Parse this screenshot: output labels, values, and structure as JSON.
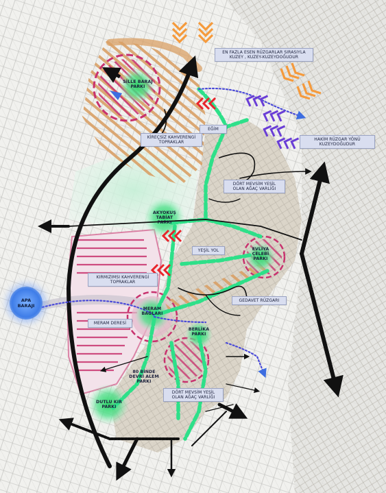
{
  "map": {
    "labels": {
      "wind_main": "EN FAZLA ESEN RÜZGARLAR SIRASIYLA\nKUZEY , KUZEY-KUZEYDOĞUDUR",
      "wind_dominant": "HAKİM RÜZGAR YÖNÜ\nKUZEYDOĞUDUR",
      "egim": "EĞİM",
      "kirecsiz": "KİREÇSİZ KAHVERENGİ\nTOPRAKLAR",
      "sille": "SİLLE BARAJ\nPARKI",
      "dort_mevsim_1": "DÖRT MEVSİM YEŞİL\nOLAN AĞAÇ VARLIĞI",
      "akyokus": "AKYOKUŞ\nTABİAT\nPARKI",
      "yesil_yol": "YEŞİL YOL",
      "evliya": "EVLİYA\nÇELEBİ\nPARKI",
      "kirmizimsi": "KIRMIZIMSI KAHVERENGİ\nTOPRAKLAR",
      "apa": "APA\nBARAJI",
      "meram_bag": "MERAM\nBAĞLARI",
      "gedavet": "GEDAVET RÜZGARI",
      "meram_deresi": "MERAM DERESİ",
      "berlika": "BERLİKA\nPARKI",
      "seksen_binde": "80 BİNDE\nDEVRİ ALEM\nPARKI",
      "dort_mevsim_2": "DÖRT MEVSİM YEŞİL\nOLAN AĞAÇ VARLIĞI",
      "dutlu": "DUTLU KIR\nPARKI"
    },
    "colors": {
      "green_corridor": "#2ee089",
      "park_glow": "#3fe07a",
      "urban_fill": "#d8d2c4",
      "hatch_orange": "#d9a066",
      "hatch_pink": "#c8326e",
      "wind_orange": "#f59a3c",
      "wind_purple": "#6a3ed6",
      "chevron_red": "#e8242a",
      "blue_dotted": "#4a4ad8",
      "black_arrow": "#111111"
    }
  }
}
